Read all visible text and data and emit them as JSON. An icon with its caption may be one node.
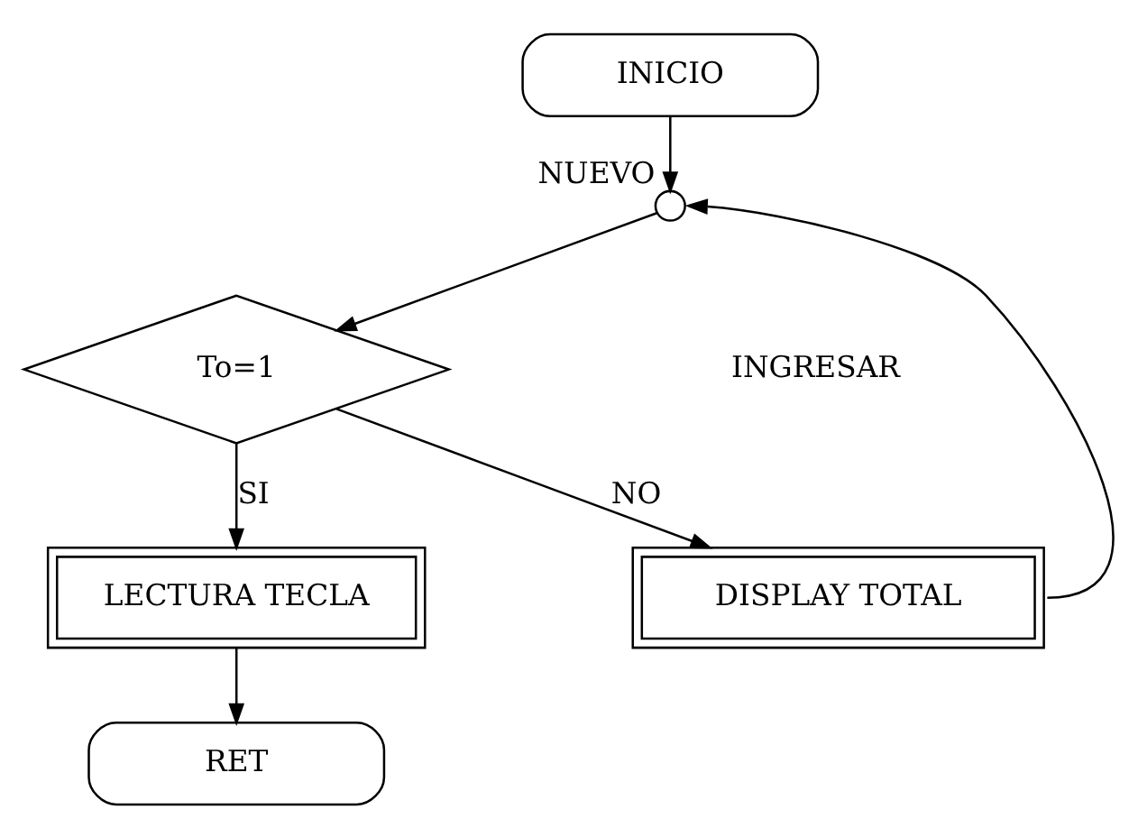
{
  "diagram": {
    "nodes": [
      {
        "text": [
          "INICIO"
        ]
      },
      {
        "text": [],
        "shape": "circle",
        "beside": [
          "NUEVO"
        ]
      },
      {
        "text": [
          "To=1"
        ]
      },
      {
        "text": [
          "LECTURA TECLA"
        ]
      },
      {
        "text": [
          "DISPLAY TOTAL"
        ]
      },
      {
        "text": [
          "RET"
        ]
      }
    ],
    "edges": [
      {
        "from": 0,
        "to": 1,
        "arrow": "to"
      },
      {
        "from": 1,
        "to": 2,
        "arrow": "to"
      },
      {
        "from": 2,
        "to": 3,
        "label": "SI",
        "arrow": "to"
      },
      {
        "from": 2,
        "to": 4,
        "label": "NO",
        "arrow": "to"
      },
      {
        "from": 3,
        "to": 5,
        "arrow": "to"
      },
      {
        "from": 4,
        "to": 1,
        "arrow": "to"
      }
    ],
    "labels": [
      "INGRESAR"
    ]
  }
}
